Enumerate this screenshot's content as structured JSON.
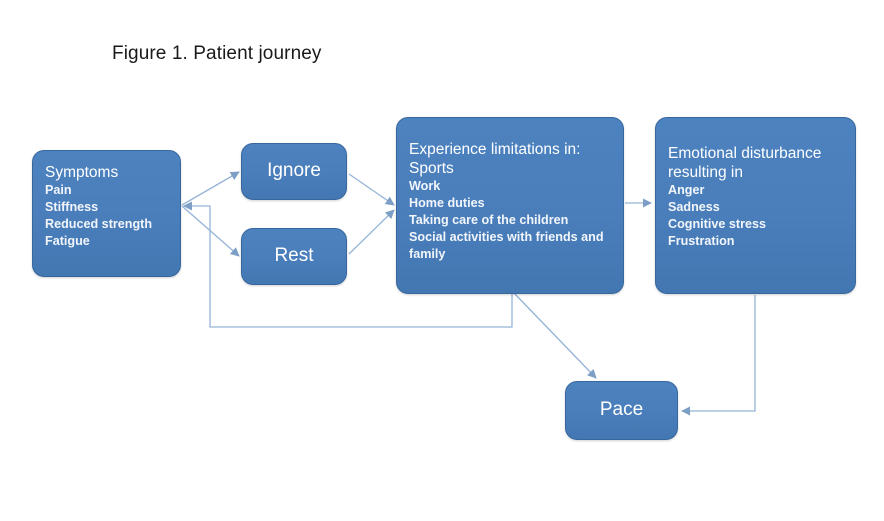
{
  "figure": {
    "title": "Figure 1. Patient journey"
  },
  "theme": {
    "node_fill": "#4a7ebb",
    "node_border": "#38679e",
    "node_text": "#ffffff",
    "connector": "#95b3d7",
    "background": "#ffffff"
  },
  "nodes": {
    "symptoms": {
      "heading": "Symptoms",
      "items": [
        "Pain",
        "Stiffness",
        "Reduced strength",
        "Fatigue"
      ]
    },
    "ignore": {
      "label": "Ignore"
    },
    "rest": {
      "label": "Rest"
    },
    "limitations": {
      "heading": "Experience limitations in:\nSports",
      "items": [
        "Work",
        "Home duties",
        "Taking care of the children",
        "Social activities with friends and",
        "family"
      ]
    },
    "emotional": {
      "heading": "Emotional disturbance\nresulting in",
      "items": [
        "Anger",
        "Sadness",
        "Cognitive stress",
        "Frustration"
      ]
    },
    "pace": {
      "label": "Pace"
    }
  },
  "connectors": [
    {
      "name": "symptoms-to-ignore",
      "from": "symptoms",
      "to": "ignore"
    },
    {
      "name": "symptoms-to-rest",
      "from": "symptoms",
      "to": "rest"
    },
    {
      "name": "ignore-to-limitations",
      "from": "ignore",
      "to": "limitations"
    },
    {
      "name": "rest-to-limitations",
      "from": "rest",
      "to": "limitations"
    },
    {
      "name": "limitations-to-emotional",
      "from": "limitations",
      "to": "emotional"
    },
    {
      "name": "limitations-to-symptoms",
      "from": "limitations",
      "to": "symptoms"
    },
    {
      "name": "limitations-to-pace",
      "from": "limitations",
      "to": "pace"
    },
    {
      "name": "emotional-to-pace",
      "from": "emotional",
      "to": "pace"
    }
  ]
}
